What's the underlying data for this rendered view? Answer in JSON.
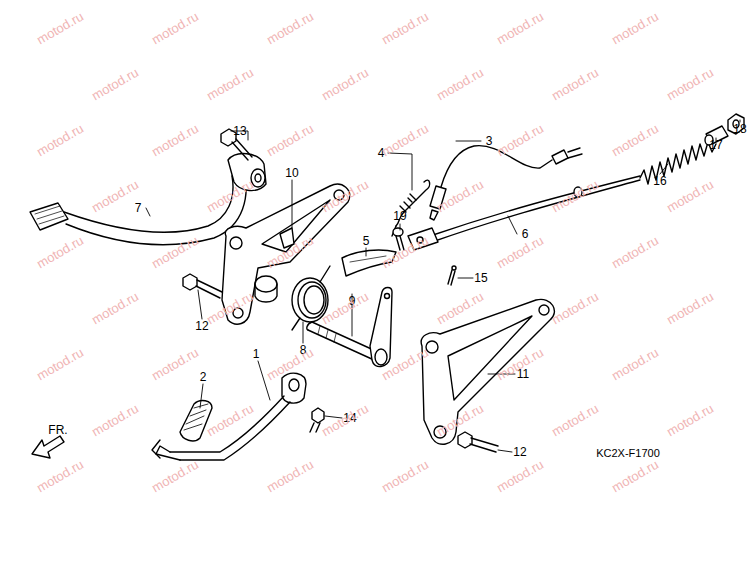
{
  "diagram": {
    "labels": [
      "13",
      "7",
      "10",
      "4",
      "3",
      "18",
      "17",
      "16",
      "6",
      "19",
      "5",
      "15",
      "12",
      "9",
      "8",
      "11",
      "2",
      "1",
      "14",
      "12",
      "FR.",
      "KC2X-F1700",
      "motod.ru",
      "motod.ru",
      "motod.ru",
      "motod.ru",
      "motod.ru",
      "motod.ru",
      "motod.ru",
      "motod.ru",
      "motod.ru",
      "motod.ru",
      "motod.ru",
      "motod.ru",
      "motod.ru",
      "motod.ru",
      "motod.ru",
      "motod.ru",
      "motod.ru",
      "motod.ru",
      "motod.ru",
      "motod.ru",
      "motod.ru",
      "motod.ru",
      "motod.ru",
      "motod.ru",
      "motod.ru",
      "motod.ru",
      "motod.ru",
      "motod.ru",
      "motod.ru",
      "motod.ru",
      "motod.ru",
      "motod.ru",
      "motod.ru",
      "motod.ru",
      "motod.ru",
      "motod.ru",
      "motod.ru",
      "motod.ru",
      "motod.ru",
      "motod.ru",
      "motod.ru",
      "motod.ru",
      "motod.ru",
      "motod.ru",
      "motod.ru",
      "motod.ru",
      "motod.ru",
      "motod.ru",
      "motod.ru",
      "motod.ru",
      "motod.ru",
      "motod.ru",
      "motod.ru",
      "motod.ru"
    ]
  }
}
